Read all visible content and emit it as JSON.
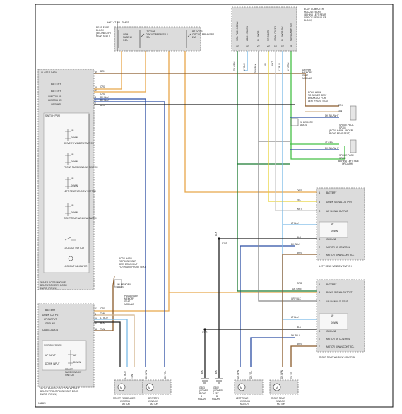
{
  "hot_at_all_times": "HOT AT ALL TIMES",
  "rear_fuse": [
    "REAR FUSE",
    "BLOCK",
    "(BELOW LEFT",
    "REAR SEAT)"
  ],
  "fuses": [
    {
      "label": [
        "GEM",
        "FUSE 10",
        "7.5A"
      ]
    },
    {
      "label": [
        "LT DOOR",
        "CIRCUIT BREAKER 2",
        "20A"
      ]
    },
    {
      "label": [
        "RT DOOR",
        "CIRCUIT BREAKER 1",
        "20A"
      ]
    }
  ],
  "bcm": {
    "title": [
      "BODY COMPUTER",
      "MODULE (BCM)",
      "(BEHIND LEFT REAR",
      "SIDE OF REAR FUSE",
      "BLOCK)"
    ],
    "pins": [
      "VOL. PASS DOWN",
      "LOCK. DATA 1",
      "RL DOOR",
      "RR DOOR",
      "LOCK. DATA 2",
      "RL DOOR SW",
      "PASS DOOR SW"
    ],
    "nums": [
      "30",
      "30",
      "22",
      "20",
      "18",
      "10",
      "24"
    ]
  },
  "bcm_wires": [
    "DK GRN",
    "LT BLU",
    "GRY/BLK",
    "YEL",
    "WHT",
    "LT BLU",
    "LT GRN"
  ],
  "driver_memory_module": [
    "DRIVER",
    "MEMORY",
    "SEAT",
    "MODULE"
  ],
  "body_harness_note": [
    "BODY HARN.",
    "TO DRIVER SEAT",
    "BREAKOUT FOR",
    "LEFT FRONT SEAT"
  ],
  "memory_seats": {
    "left": [
      "W/ MEMORY",
      "SEATS"
    ],
    "right": [
      "W/ MEMORY",
      "SEATS"
    ]
  },
  "splice_packs": [
    {
      "label": [
        "SPLICE PACK",
        "SP208",
        "(BODY HARN. UNDER",
        "RIGHT REAR SEAT)"
      ]
    },
    {
      "label": [
        "SPLICE PACK",
        "SP209",
        "(BEHIND LEFT SIDE",
        "OF DASH)"
      ]
    }
  ],
  "splice_wires": [
    "BRN",
    "TAN",
    "DK BLU/WHT",
    "LT GRN",
    "DK BLU/WHT"
  ],
  "driver_door_module": {
    "title": [
      "DRIVER DOOR MODULE",
      "(BELOW DRIVER'S DOOR",
      "SWITCH PANEL)"
    ],
    "pins": [
      "CLASS 2 DATA",
      "BATTERY",
      "BATTERY",
      "WINDOW UP",
      "WINDOW DN",
      "GROUND"
    ],
    "pin_ids": [
      "A9",
      "A8",
      "A1",
      "B",
      "H",
      "J"
    ],
    "wires": [
      "BRN",
      "ORG",
      "ORG",
      "DK BLU",
      "DK BLU",
      "BLK"
    ],
    "switch_pwr": "SWITCH PWR",
    "switches": [
      "DRIVER'S WINDOW SWITCH",
      "FRONT PASS WINDOW SWITCH",
      "LEFT REAR WINDOW SWITCH",
      "RIGHT REAR WINDOW SWITCH",
      "LOCKOUT SWITCH",
      "LOCKOUT INDICATOR"
    ],
    "up": "UP",
    "down": "DOWN"
  },
  "pass_door_module": {
    "title": [
      "FRONT PASSENGER DOOR MODULE",
      "(BELOW FRONT PASSENGER DOOR",
      "SWITCH PANEL)"
    ],
    "pins": [
      "BATTERY",
      "DOWN OUTPUT",
      "UP OUTPUT",
      "GROUND",
      "CLASS 2 DATA"
    ],
    "pin_ids": [
      "A1",
      "B",
      "A6",
      "A4",
      "A8"
    ],
    "wires": [
      "ORG",
      "TAN",
      "LT BLU",
      "BLK",
      "TAN"
    ],
    "switch_power": "SWITCH POWER",
    "up_input": "UP INPUT",
    "down_input": "DOWN INPUT",
    "switch_label": [
      "FRONT",
      "PASS WINDOW",
      "SWITCH"
    ]
  },
  "passenger_memory_module": [
    "PASSENGER",
    "MEMORY",
    "SEAT",
    "MODULE"
  ],
  "right_body_note": [
    "BODY HARN.",
    "TO PASSENGER",
    "SEAT BREAKOUT",
    "FOR RIGHT FRONT SEAT"
  ],
  "lr_switch": {
    "title": "LEFT REAR WINDOW SWITCH",
    "pins": [
      "BATTERY",
      "DOWN SIGNAL OUTPUT",
      "UP SIGNAL OUTPUT",
      "UP",
      "DOWN",
      "GROUND",
      "MOTOR UP CONTROL",
      "MOTOR DOWN CONTROL"
    ],
    "letters": [
      "A",
      "B",
      "C",
      "",
      "",
      "D",
      "E",
      "F"
    ],
    "wires": [
      "ORG",
      "YEL",
      "WHT",
      "LT BLU",
      "BLK",
      "DK BLU",
      "BRN"
    ]
  },
  "rr_switch": {
    "title": "RIGHT REAR WINDOW CONTROL",
    "pins": [
      "BATTERY",
      "DOWN SIGNAL OUTPUT",
      "UP SIGNAL OUTPUT",
      "UP",
      "DOWN",
      "GROUND",
      "MOTOR UP CONTROL",
      "MOTOR DOWN CONTROL"
    ],
    "letters": [
      "A",
      "B",
      "C",
      "",
      "",
      "D",
      "E",
      "F"
    ],
    "wires": [
      "ORG",
      "DK GRN",
      "GRY/BLK",
      "LT BLU",
      "BLK",
      "DK BLU",
      "BRN"
    ]
  },
  "splice_ids": [
    "S203",
    "S302"
  ],
  "grounds": [
    {
      "label": [
        "G303",
        "(LOWER",
        "RIGHT",
        "B",
        "PILLAR)"
      ]
    },
    {
      "label": [
        "G302",
        "(LOWER",
        "LEFT",
        "B",
        "PILLAR)"
      ]
    }
  ],
  "motors": [
    {
      "label": [
        "FRONT PASSENGER",
        "WINDOW",
        "MOTOR"
      ],
      "wires": [
        "LT BLU",
        "TAN"
      ]
    },
    {
      "label": [
        "DRIVER'S",
        "WINDOW",
        "MOTOR"
      ],
      "wires": [
        "DK BRN",
        "DK YEL"
      ]
    },
    {
      "label": [
        "LEFT REAR",
        "WINDOW",
        "MOTOR"
      ],
      "wires": [
        "DK BRN",
        "DK YEL"
      ]
    },
    {
      "label": [
        "RIGHT REAR",
        "WINDOW",
        "MOTOR"
      ],
      "wires": [
        "DK BRN",
        "DK YEL"
      ]
    }
  ],
  "motor_symbol": "M",
  "ground_wire": "BLK",
  "fig_id": "186420"
}
